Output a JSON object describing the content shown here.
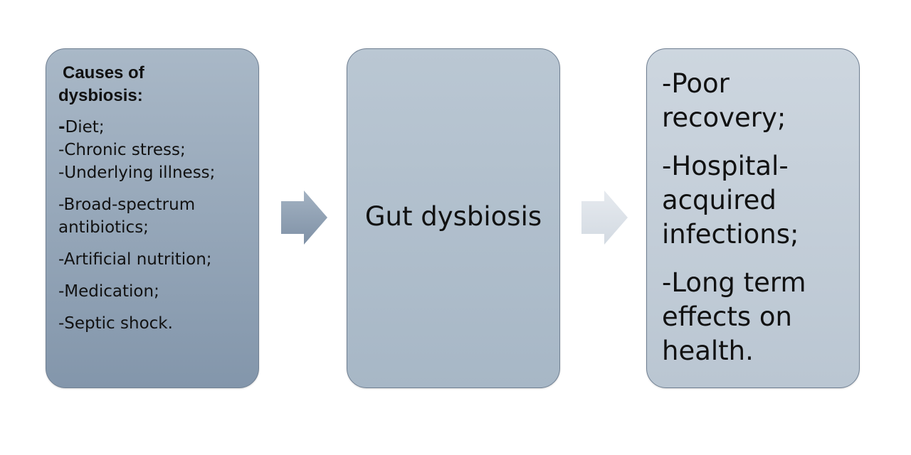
{
  "causes": {
    "title_line1": "Causes of",
    "title_line2": "dysbiosis:",
    "items": [
      "-Diet;",
      "-Chronic stress;",
      "-Underlying illness;",
      "-Broad-spectrum",
      "antibiotics;",
      "-Artificial nutrition;",
      "-Medication;",
      "-Septic shock."
    ]
  },
  "center": {
    "label": "Gut dysbiosis"
  },
  "effects": {
    "items": [
      {
        "line1": "-Poor",
        "line2": "recovery;"
      },
      {
        "line1": "-Hospital-",
        "line2": "acquired",
        "line3": "infections;"
      },
      {
        "line1": "-Long term",
        "line2": "effects on",
        "line3": "health."
      }
    ]
  },
  "colors": {
    "left_box": "#95a7b9",
    "mid_box": "#b0bfcc",
    "right_box": "#c4ced9",
    "arrow_left": "#8596aa",
    "arrow_right": "#dde3e9",
    "border": "#6f7f92"
  }
}
